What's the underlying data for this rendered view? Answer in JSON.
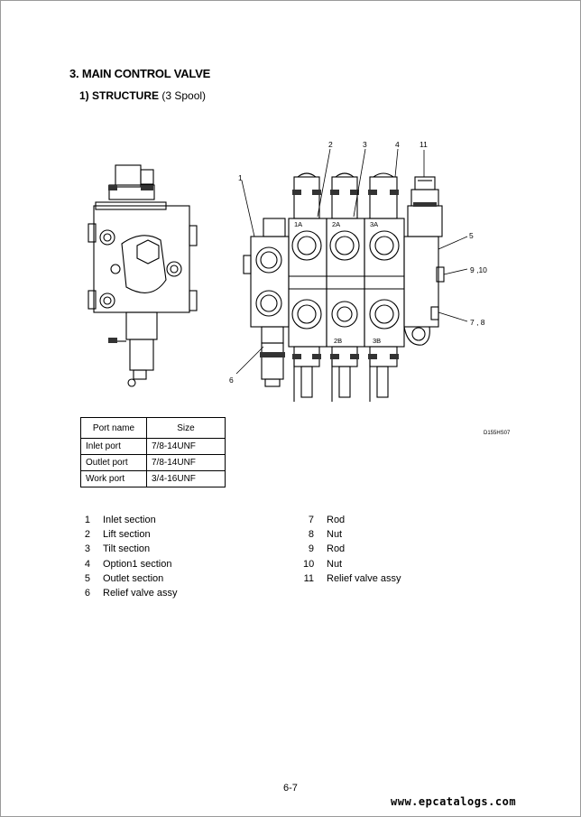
{
  "header": {
    "section_title": "3. MAIN CONTROL VALVE",
    "subtitle_bold": "1) STRUCTURE",
    "subtitle_rest": " (3 Spool)"
  },
  "diagram": {
    "callouts": [
      "1",
      "2",
      "3",
      "4",
      "11",
      "5",
      "9 ,10",
      "7 , 8",
      "6"
    ],
    "section_marks": [
      "1A",
      "2A",
      "3A",
      "2B",
      "3B"
    ],
    "figure_code": "D155HS07"
  },
  "port_table": {
    "headers": [
      "Port name",
      "Size"
    ],
    "rows": [
      [
        "Inlet port",
        "7/8-14UNF"
      ],
      [
        "Outlet port",
        "7/8-14UNF"
      ],
      [
        "Work port",
        "3/4-16UNF"
      ]
    ]
  },
  "legend": {
    "left": [
      {
        "num": "1",
        "label": "Inlet section"
      },
      {
        "num": "2",
        "label": "Lift section"
      },
      {
        "num": "3",
        "label": "Tilt section"
      },
      {
        "num": "4",
        "label": "Option1 section"
      },
      {
        "num": "5",
        "label": "Outlet section"
      },
      {
        "num": "6",
        "label": "Relief valve assy"
      }
    ],
    "right": [
      {
        "num": "7",
        "label": "Rod"
      },
      {
        "num": "8",
        "label": "Nut"
      },
      {
        "num": "9",
        "label": "Rod"
      },
      {
        "num": "10",
        "label": "Nut"
      },
      {
        "num": "11",
        "label": "Relief valve assy"
      }
    ]
  },
  "footer": {
    "page_number": "6-7",
    "watermark": "www.epcatalogs.com"
  }
}
